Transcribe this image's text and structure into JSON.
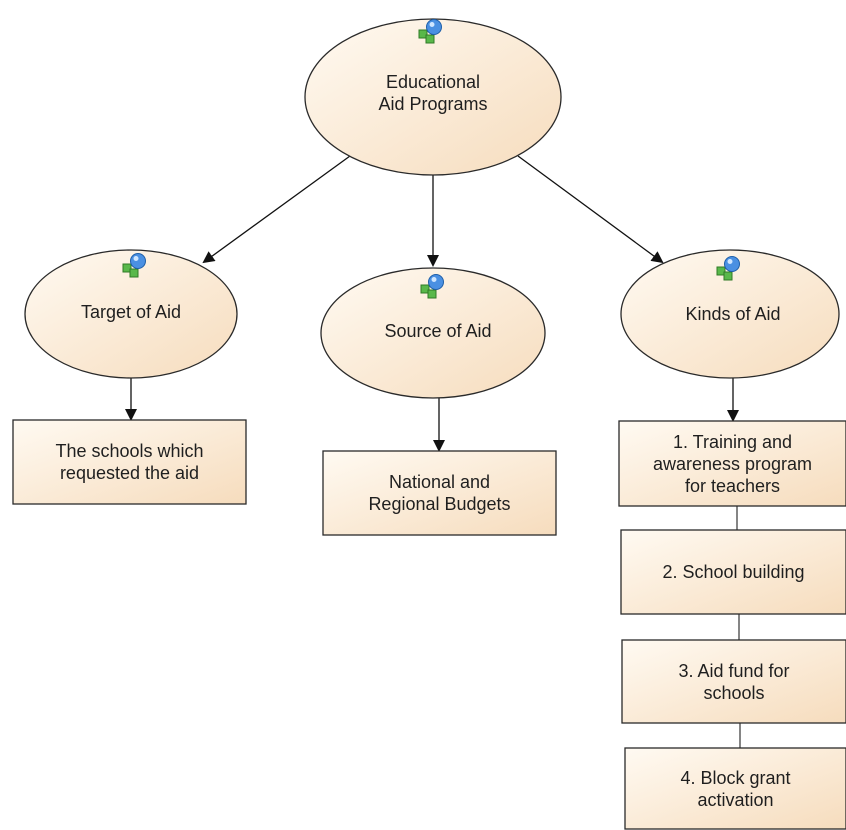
{
  "colors": {
    "node_fill_light": "#fffaf2",
    "node_fill_dark": "#f6dcbd",
    "node_stroke": "#2a2a2a",
    "arrow": "#111111",
    "icon_blue": "#4a90e2",
    "icon_green": "#59b84a"
  },
  "icons": {
    "node_icon": "shapes-icon"
  },
  "root": {
    "label": "Educational\nAid Programs"
  },
  "branches": [
    {
      "label": "Target of Aid",
      "items": [
        "The schools which\nrequested the aid"
      ]
    },
    {
      "label": "Source of Aid",
      "items": [
        "National and\nRegional Budgets"
      ]
    },
    {
      "label": "Kinds of Aid",
      "items": [
        "1. Training and\nawareness program\nfor teachers",
        "2. School building",
        "3. Aid fund for\nschools",
        "4. Block grant\nactivation"
      ]
    }
  ]
}
